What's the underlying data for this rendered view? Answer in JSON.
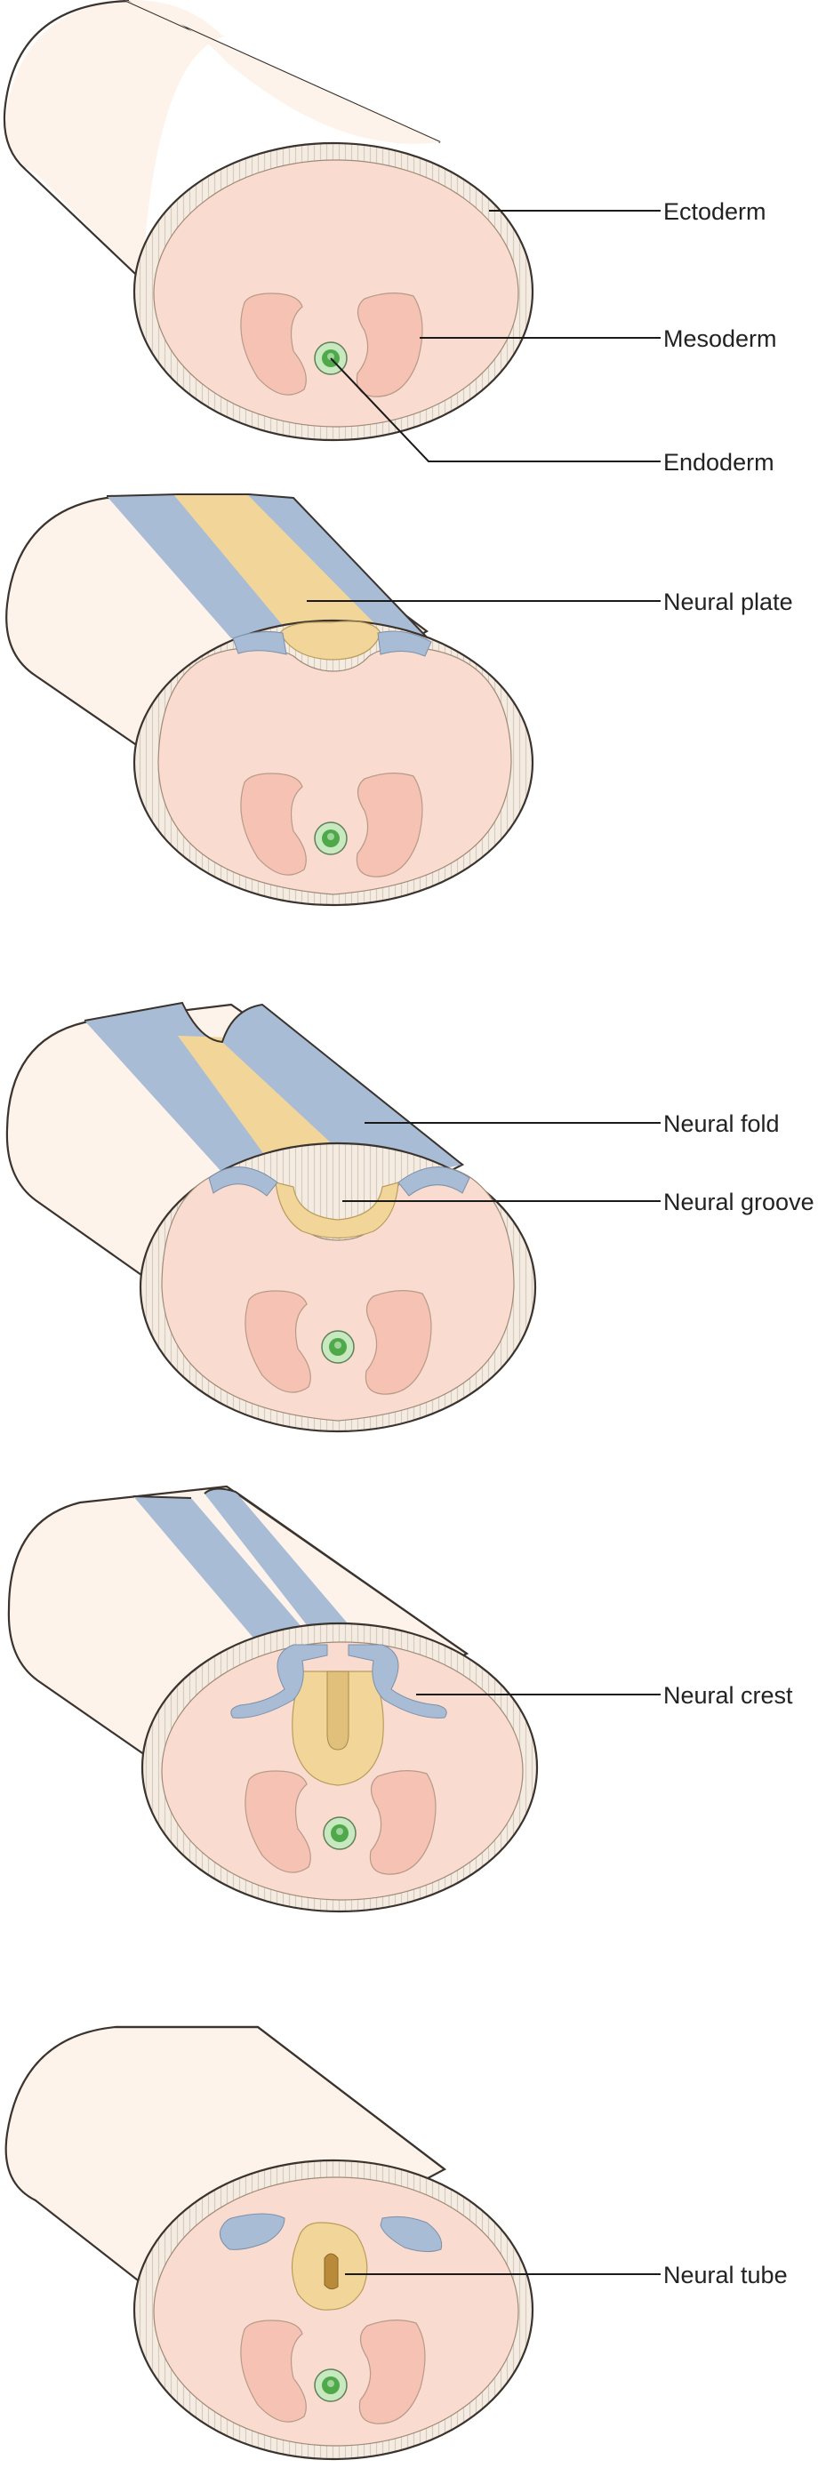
{
  "labels": {
    "ectoderm": "Ectoderm",
    "mesoderm": "Mesoderm",
    "endoderm": "Endoderm",
    "neural_plate": "Neural plate",
    "neural_fold": "Neural fold",
    "neural_groove": "Neural groove",
    "neural_crest": "Neural crest",
    "neural_tube": "Neural tube"
  },
  "colors": {
    "skin": "#fdf3ea",
    "cut_face": "#f9dccf",
    "rim": "#f3ebe0",
    "mesoderm": "#f6c2b4",
    "neural_plate": "#f2d699",
    "neural_fold": "#a9bcd6",
    "endoderm": "#66b35f",
    "outline": "#3a332e"
  }
}
